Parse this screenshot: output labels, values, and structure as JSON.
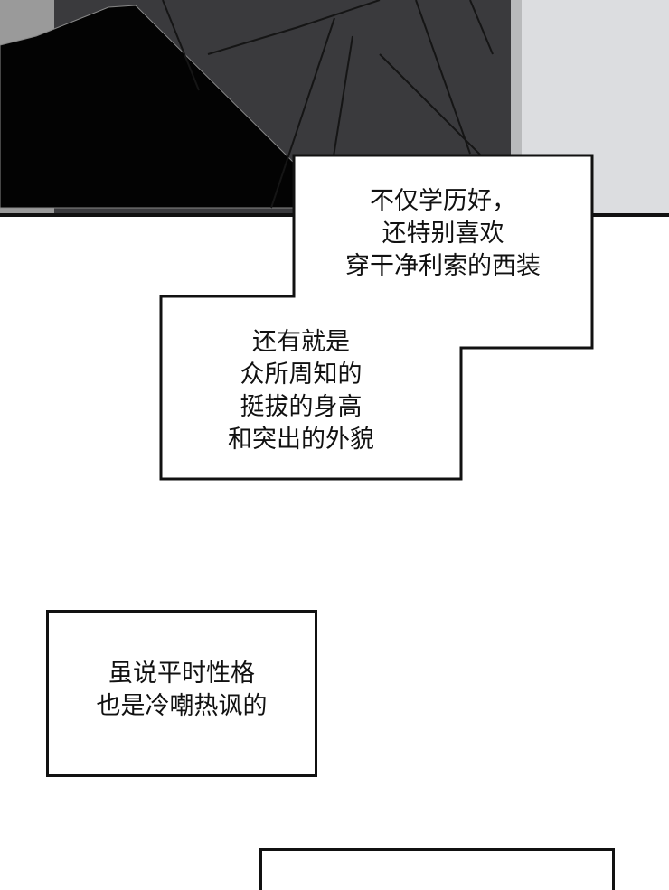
{
  "captions": {
    "first": [
      "不仅学历好，",
      "还特别喜欢",
      "穿干净利索的西装"
    ],
    "second": [
      "还有就是",
      "众所周知的",
      "挺拔的身高",
      "和突出的外貌"
    ],
    "third": [
      "虽说平时性格",
      "也是冷嘲热讽的"
    ]
  }
}
